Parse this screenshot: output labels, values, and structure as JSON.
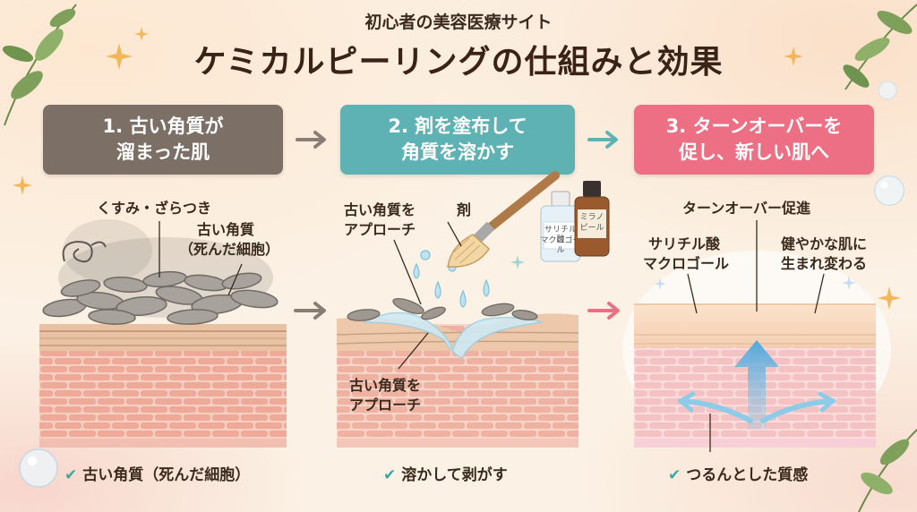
{
  "header": {
    "subtitle": "初心者の美容医療サイト",
    "title": "ケミカルピーリングの仕組みと効果"
  },
  "steps": [
    {
      "line1": "1. 古い角質が",
      "line2": "溜まった肌",
      "color": "#7c7066"
    },
    {
      "line1": "2. 剤を塗布して",
      "line2": "角質を溶かす",
      "color": "#5fb2b4"
    },
    {
      "line1": "3. ターンオーバーを",
      "line2": "促し、新しい肌へ",
      "color": "#ec6f83"
    }
  ],
  "panel1": {
    "label_dullness": "くすみ・ざらつき",
    "label_old_line1": "古い角質",
    "label_old_line2": "（死んだ細胞）",
    "caption": "古い角質（死んだ細胞）"
  },
  "panel2": {
    "label_approach_top_line1": "古い角質を",
    "label_approach_top_line2": "アプローチ",
    "label_agent": "剤",
    "label_approach_bottom_line1": "古い角質を",
    "label_approach_bottom_line2": "アプローチ",
    "bottle1_line1": "サリチル酸",
    "bottle1_line2": "マクロゴール",
    "bottle2_line1": "ミラノ",
    "bottle2_line2": "ピール",
    "caption": "溶かして剥がす"
  },
  "panel3": {
    "label_turnover": "ターンオーバー促進",
    "label_agent_line1": "サリチル酸",
    "label_agent_line2": "マクロゴール",
    "label_healthy_line1": "健やかな肌に",
    "label_healthy_line2": "生まれ変わる",
    "caption": "つるんとした質感"
  },
  "colors": {
    "arrow_gray": "#8a7e74",
    "arrow_teal": "#5fb2b4",
    "arrow_pink": "#ec6f83",
    "check": "#3aa7a2"
  },
  "icons": [
    "sparkle-icon",
    "leaf-icon",
    "bubble-icon",
    "brush-icon",
    "bottle-icon",
    "droplet-icon",
    "check-icon",
    "arrow-right-icon"
  ]
}
